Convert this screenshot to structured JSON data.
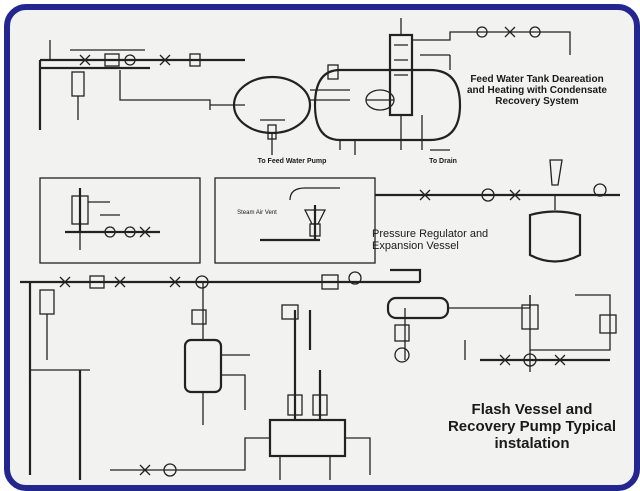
{
  "title_feed_water": "Feed Water Tank Deareation and Heating with Condensate Recovery System",
  "label_feed_pump": "To Feed Water Pump",
  "label_drain": "To Drain",
  "label_steam_air": "Steam Air Vent",
  "title_pressure": "Pressure Regulator and Expansion Vessel",
  "title_flash": "Flash Vessel and Recovery Pump Typical instalation",
  "colors": {
    "frame_border": "#23268f",
    "background": "#f2f2f0",
    "ink": "#222222"
  }
}
